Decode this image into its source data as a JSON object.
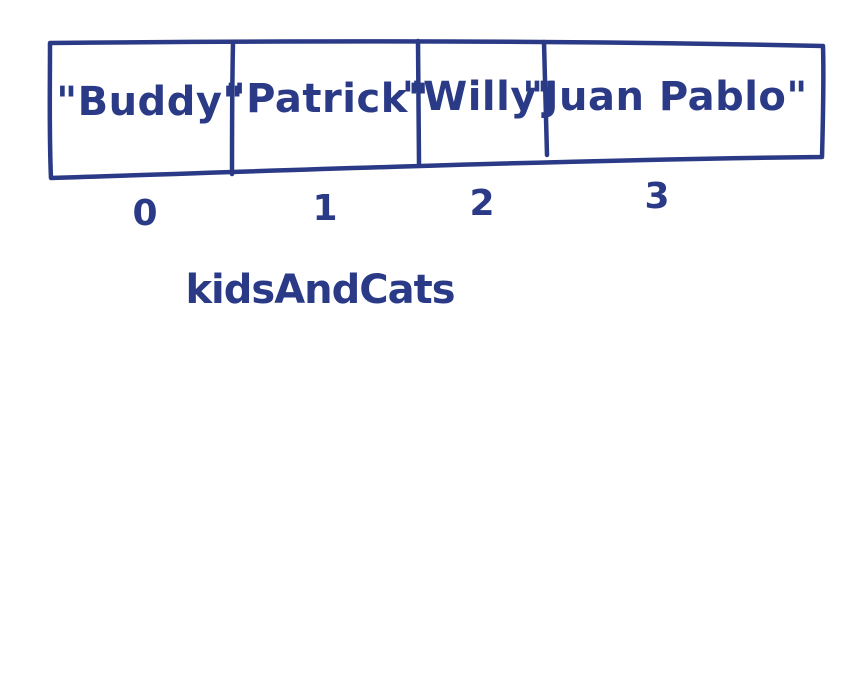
{
  "diagram": {
    "ink_color": "#2a3a86",
    "background_color": "#ffffff",
    "array_name": "kidsAndCats",
    "cells": [
      {
        "value": "\"Buddy\"",
        "index": "0"
      },
      {
        "value": "\"Patrick\"",
        "index": "1"
      },
      {
        "value": "\"Willy\"",
        "index": "2"
      },
      {
        "value": "\"Juan Pablo\"",
        "index": "3"
      }
    ]
  }
}
